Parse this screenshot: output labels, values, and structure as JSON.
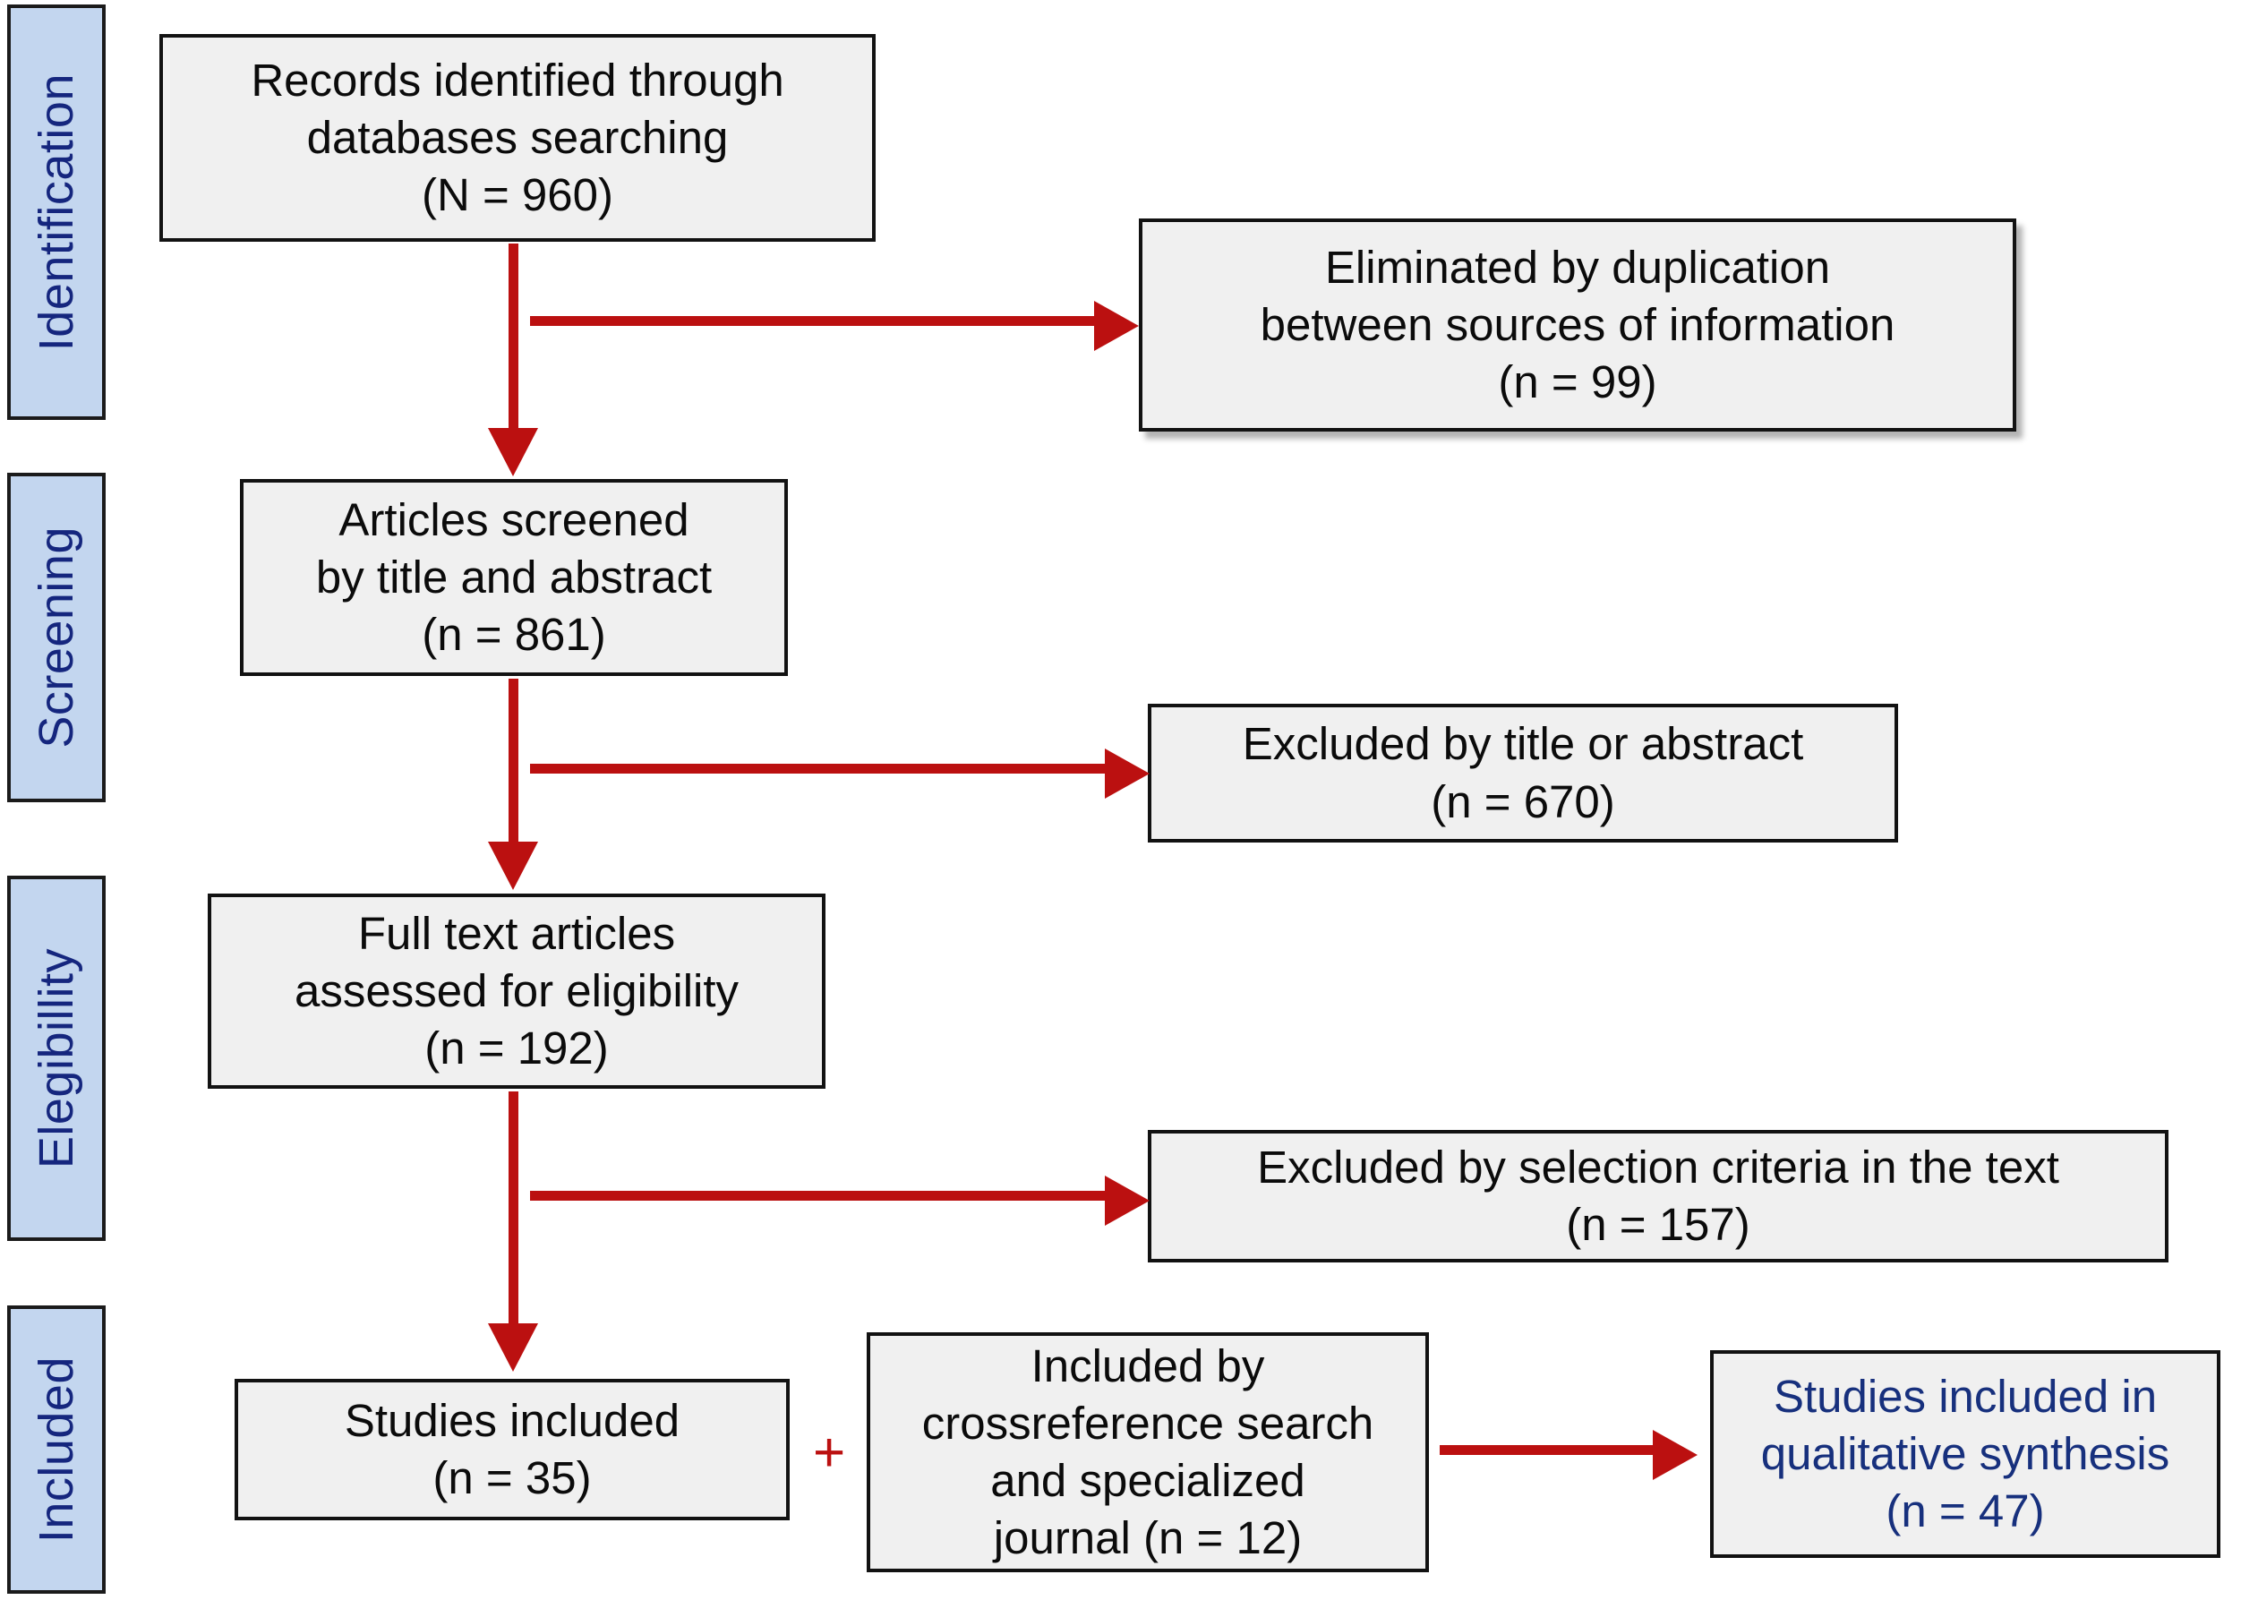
{
  "figure": {
    "type": "prisma-flow-diagram",
    "accent_red": "#bb1010",
    "accent_navy": "#15267e",
    "phase_fill": "#c3d6ef",
    "node_fill": "#f0f0f0",
    "plus_symbol": "+"
  },
  "phases": [
    {
      "label": "Identification"
    },
    {
      "label": "Screening"
    },
    {
      "label": "Elegibillity"
    },
    {
      "label": "Included"
    }
  ],
  "nodes": {
    "identified": "Records identified through\ndatabases searching\n(N = 960)",
    "duplicates_excluded": "Eliminated by duplication\nbetween sources of information\n(n = 99)",
    "screened": "Articles screened\nby title and abstract\n(n = 861)",
    "title_abstract_excluded": "Excluded by title or abstract\n(n = 670)",
    "full_text_assessed": "Full text articles\nassessed for eligibility\n(n = 192)",
    "criteria_excluded": "Excluded by selection criteria in the text\n(n = 157)",
    "studies_included": "Studies included\n(n = 35)",
    "crossreference_included": "Included by\ncrossreference search\nand specialized\njournal (n = 12)",
    "qualitative_synthesis": "Studies included in\nqualitative synthesis\n(n = 47)"
  },
  "chart_data": {
    "type": "diagram",
    "title": "PRISMA study selection flow",
    "stages": [
      {
        "phase": "Identification",
        "label": "Records identified through databases searching",
        "count": 960,
        "count_prefix": "N"
      },
      {
        "phase": "Identification",
        "label": "Eliminated by duplication between sources of information",
        "count": 99,
        "count_prefix": "n",
        "kind": "excluded"
      },
      {
        "phase": "Screening",
        "label": "Articles screened by title and abstract",
        "count": 861,
        "count_prefix": "n"
      },
      {
        "phase": "Screening",
        "label": "Excluded by title or abstract",
        "count": 670,
        "count_prefix": "n",
        "kind": "excluded"
      },
      {
        "phase": "Elegibillity",
        "label": "Full text articles assessed for eligibility",
        "count": 192,
        "count_prefix": "n"
      },
      {
        "phase": "Elegibillity",
        "label": "Excluded by selection criteria in the text",
        "count": 157,
        "count_prefix": "n",
        "kind": "excluded"
      },
      {
        "phase": "Included",
        "label": "Studies included",
        "count": 35,
        "count_prefix": "n"
      },
      {
        "phase": "Included",
        "label": "Included by crossreference search and specialized journal",
        "count": 12,
        "count_prefix": "n",
        "kind": "added"
      },
      {
        "phase": "Included",
        "label": "Studies included in qualitative synthesis",
        "count": 47,
        "count_prefix": "n",
        "kind": "final"
      }
    ]
  }
}
